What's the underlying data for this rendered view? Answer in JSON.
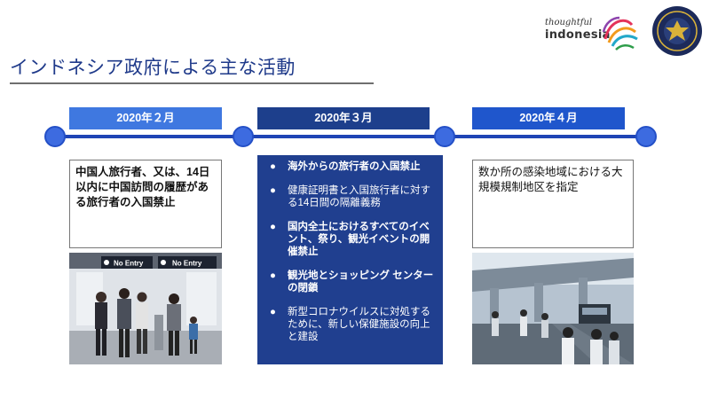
{
  "title": "インドネシア政府による主な活動",
  "logo": {
    "line1": "thoughtful",
    "line2": "indonesia"
  },
  "timeline": [
    {
      "date": "2020年２月",
      "text": "中国人旅行者、又は、14日以内に中国訪問の履歴がある旅行者の入国禁止"
    },
    {
      "date": "2020年３月",
      "items": [
        {
          "text": "海外からの旅行者の入国禁止",
          "bold": true
        },
        {
          "text": "健康証明書と入国旅行者に対する14日間の隔離義務",
          "bold": false
        },
        {
          "text": "国内全土におけるすべてのイベント、祭り、観光イベントの開催禁止",
          "bold": true
        },
        {
          "text": "観光地とショッピング センターの閉鎖",
          "bold": true
        },
        {
          "text": "新型コロナウイルスに対処するために、新しい保健施設の向上と建設",
          "bold": false
        }
      ]
    },
    {
      "date": "2020年４月",
      "text": "数か所の感染地域における大規模規制地区を指定"
    }
  ],
  "photo1": {
    "sign_left": "No Entry",
    "sign_right": "No Entry"
  },
  "colors": {
    "title": "#1f3a8a",
    "line": "#1e44b5",
    "node": "#3d6be0",
    "panel": "#203f8f"
  }
}
